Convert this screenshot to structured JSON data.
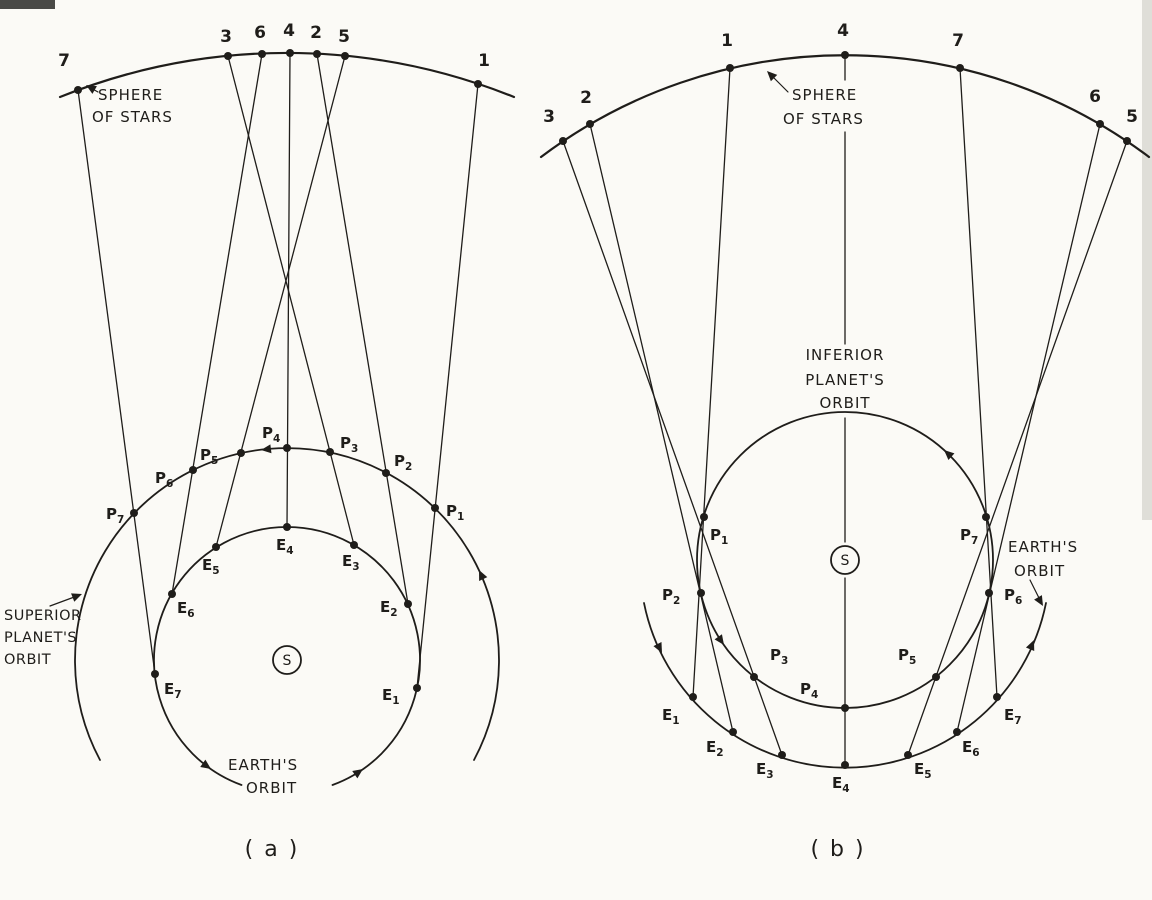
{
  "page": {
    "background": "#fbfaf6",
    "ink": "#1f1d1a"
  },
  "panel_a": {
    "caption": "( a )",
    "sphere_label": [
      "SPHERE",
      "OF STARS"
    ],
    "orbit_label": [
      "SUPERIOR",
      "PLANET'S",
      "ORBIT"
    ],
    "earth_label": [
      "EARTH'S",
      "ORBIT"
    ],
    "sun_label": "S",
    "stars": [
      "7",
      "3",
      "6",
      "4",
      "2",
      "5",
      "1"
    ],
    "planet_letter": "P",
    "earth_letter": "E",
    "subs": [
      "1",
      "2",
      "3",
      "4",
      "5",
      "6",
      "7"
    ]
  },
  "panel_b": {
    "caption": "( b )",
    "sphere_label": [
      "SPHERE",
      "OF STARS"
    ],
    "orbit_label": [
      "INFERIOR",
      "PLANET'S",
      "ORBIT"
    ],
    "earth_label": [
      "EARTH'S",
      "ORBIT"
    ],
    "sun_label": "S",
    "stars": [
      "3",
      "2",
      "1",
      "4",
      "7",
      "6",
      "5"
    ],
    "planet_letter": "P",
    "earth_letter": "E",
    "subs": [
      "1",
      "2",
      "3",
      "4",
      "5",
      "6",
      "7"
    ]
  }
}
